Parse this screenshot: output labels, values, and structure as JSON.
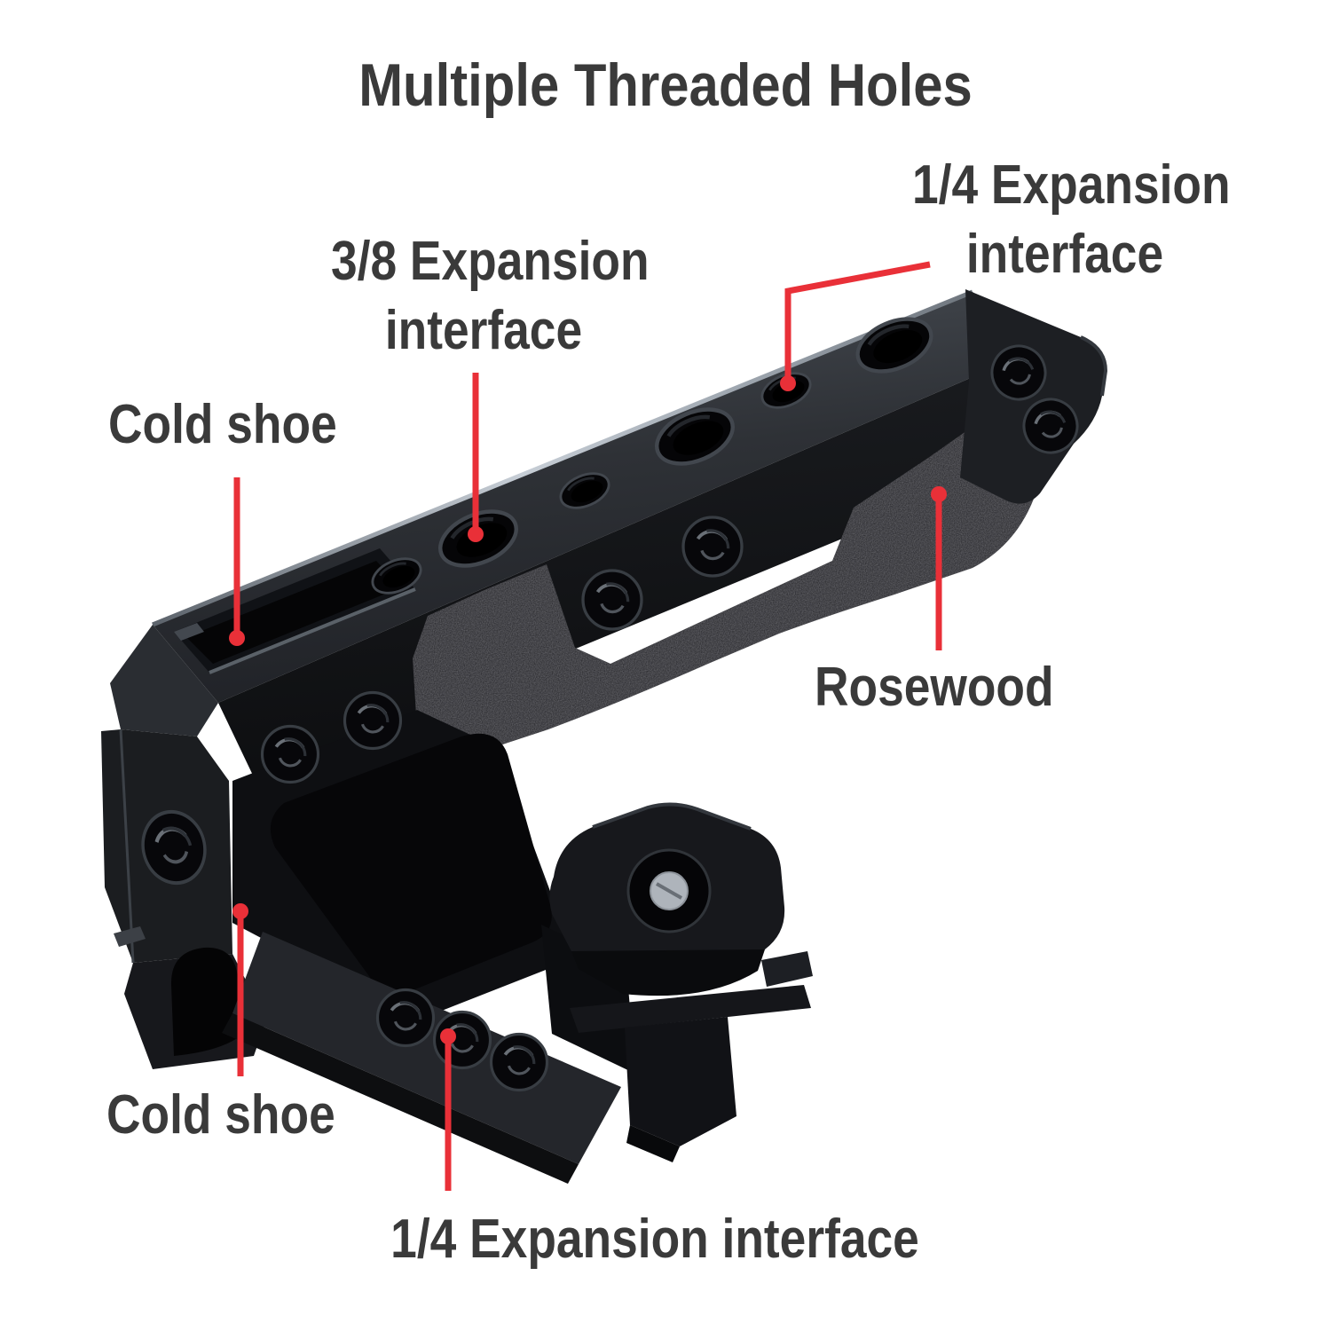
{
  "title": "Multiple Threaded Holes",
  "labels": {
    "quarter_top": {
      "line1": "1/4 Expansion",
      "line2": "interface"
    },
    "three_eighth": {
      "line1": "3/8 Expansion",
      "line2": "interface"
    },
    "cold_shoe_top": {
      "text": "Cold shoe"
    },
    "rosewood": {
      "text": "Rosewood"
    },
    "cold_shoe_bottom": {
      "text": "Cold shoe"
    },
    "quarter_bottom": {
      "text": "1/4 Expansion interface"
    }
  },
  "colors": {
    "accent_red": "#e93038",
    "label_text": "#3a3a3a",
    "background": "#ffffff",
    "product_black": "#121316"
  }
}
